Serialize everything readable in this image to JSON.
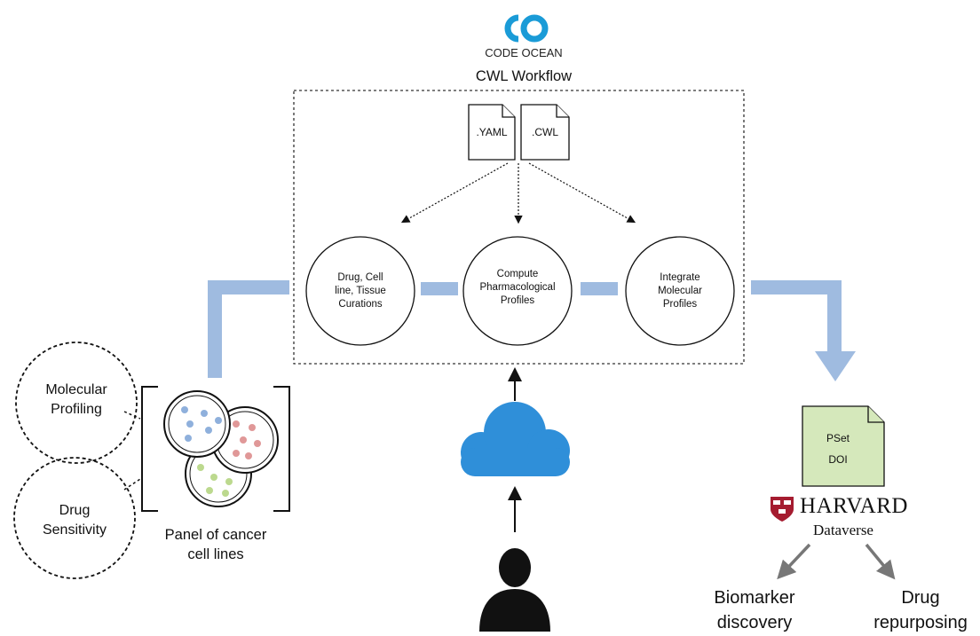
{
  "brand": {
    "name": "CODE OCEAN",
    "color": "#1a9bd7"
  },
  "workflow": {
    "title": "CWL Workflow",
    "files": [
      ".YAML",
      ".CWL"
    ],
    "steps": [
      [
        "Drug, Cell",
        "line, Tissue",
        "Curations"
      ],
      [
        "Compute",
        "Pharmacological",
        "Profiles"
      ],
      [
        "Integrate",
        "Molecular",
        "Profiles"
      ]
    ]
  },
  "left": {
    "profiling": [
      "Molecular",
      "Profiling"
    ],
    "sensitivity": [
      "Drug",
      "Sensitivity"
    ],
    "panel": [
      "Panel of cancer",
      "cell lines"
    ]
  },
  "output": {
    "doc": [
      "PSet",
      "DOI"
    ],
    "doc_color": "#d5e8bb",
    "harvard": "HARVARD",
    "dataverse": "Dataverse",
    "uses": [
      [
        "Biomarker",
        "discovery"
      ],
      [
        "Drug",
        "repurposing"
      ]
    ]
  },
  "colors": {
    "flow_arrow": "#9fbbe0",
    "cloud": "#2f8fd9",
    "user": "#111111",
    "dish_blue": "#8fb0dc",
    "dish_red": "#e09898",
    "dish_green": "#bcd98e",
    "harvard_red": "#a51c30"
  },
  "icons": [
    "code-ocean-logo",
    "cloud-icon",
    "user-icon",
    "harvard-shield-icon",
    "document-icon"
  ]
}
